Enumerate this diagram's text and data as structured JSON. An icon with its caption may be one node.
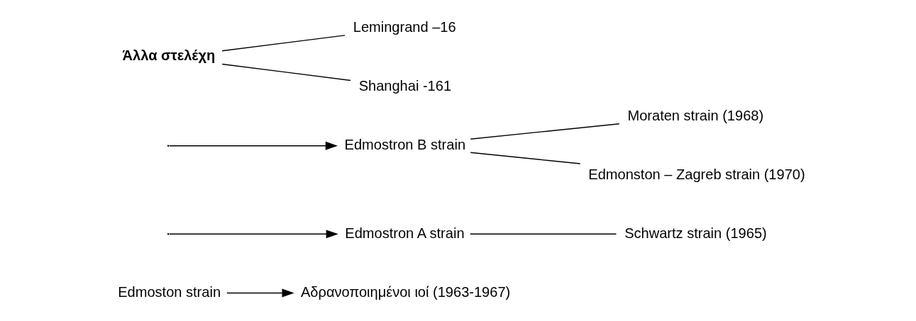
{
  "diagram": {
    "nodes": [
      {
        "text": [
          "Edmoston strain"
        ]
      },
      {
        "text": [
          "Αδρανοποιημένοι ιοί (1963-1967)"
        ]
      },
      {
        "text": [
          "Edmostron A strain"
        ]
      },
      {
        "text": [
          "Schwartz strain (1965)"
        ]
      },
      {
        "text": [
          "Edmostron B strain"
        ]
      },
      {
        "text": [
          "Moraten strain (1968)"
        ]
      },
      {
        "text": [
          "Edmonston – Zagreb strain (1970)"
        ]
      },
      {
        "text": [
          "Άλλα στελέχη"
        ]
      },
      {
        "text": [
          "Lemingrand –16"
        ]
      },
      {
        "text": [
          "Shanghai -161"
        ]
      }
    ],
    "edges": [
      {
        "from": 0,
        "to": 1,
        "arrow": "to"
      },
      {
        "from": null,
        "to": 2,
        "arrow": "to"
      },
      {
        "from": null,
        "to": 4,
        "arrow": "to"
      },
      {
        "from": 2,
        "to": 3,
        "arrow": "none"
      },
      {
        "from": 4,
        "to": 5,
        "arrow": "none"
      },
      {
        "from": 4,
        "to": 6,
        "arrow": "none"
      },
      {
        "from": 7,
        "to": 8,
        "arrow": "none"
      },
      {
        "from": 7,
        "to": 9,
        "arrow": "none"
      }
    ]
  }
}
